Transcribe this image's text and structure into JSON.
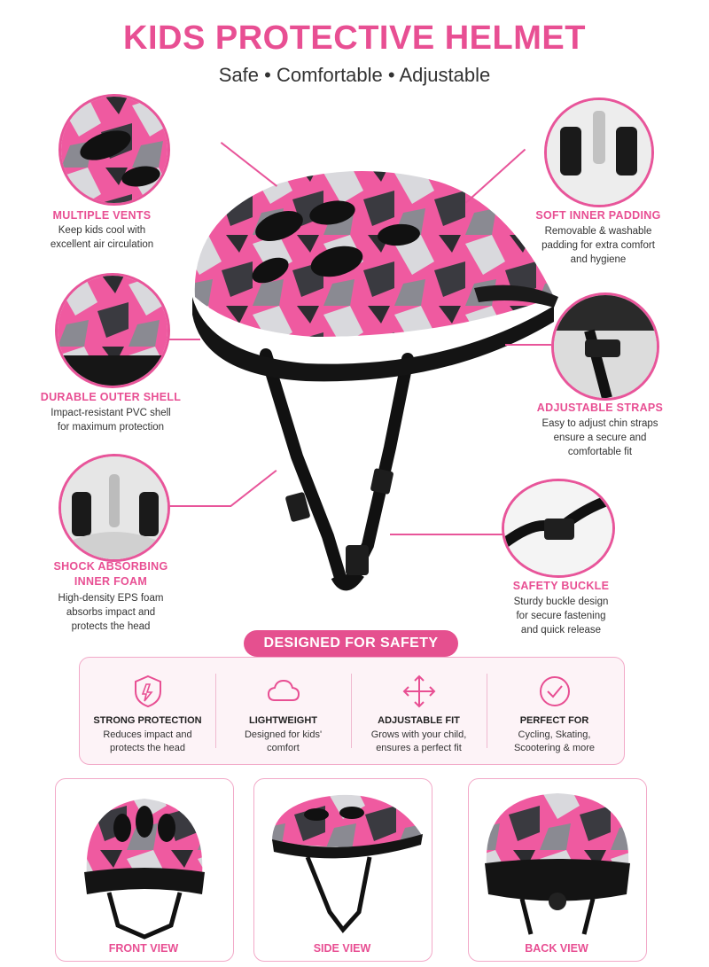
{
  "header": {
    "title": "KIDS PROTECTIVE HELMET",
    "subtitle": "Safe • Comfortable • Adjustable"
  },
  "features": {
    "vents": {
      "title": "MULTIPLE VENTS",
      "desc1": "Keep kids cool with",
      "desc2": "excellent air circulation"
    },
    "shell": {
      "title": "DURABLE OUTER SHELL",
      "desc1": "Impact-resistant PVC shell",
      "desc2": "for maximum protection"
    },
    "foam": {
      "title1": "SHOCK ABSORBING",
      "title2": "INNER FOAM",
      "desc1": "High-density EPS foam",
      "desc2": "absorbs impact and",
      "desc3": "protects the head"
    },
    "padding": {
      "title": "SOFT INNER PADDING",
      "desc1": "Removable & washable",
      "desc2": "padding for extra comfort",
      "desc3": "and hygiene"
    },
    "straps": {
      "title": "ADJUSTABLE STRAPS",
      "desc1": "Easy to adjust chin straps",
      "desc2": "ensure a secure and",
      "desc3": "comfortable fit"
    },
    "buckle": {
      "title": "SAFETY BUCKLE",
      "desc1": "Sturdy buckle design",
      "desc2": "for secure fastening",
      "desc3": "and quick release"
    }
  },
  "safety": {
    "badge": "DESIGNED FOR SAFETY",
    "items": [
      {
        "icon": "shield-icon",
        "title": "STRONG PROTECTION",
        "line1": "Reduces impact and",
        "line2": "protects the head"
      },
      {
        "icon": "cloud-icon",
        "title": "LIGHTWEIGHT",
        "line1": "Designed for kids'",
        "line2": "comfort"
      },
      {
        "icon": "arrows-icon",
        "title": "ADJUSTABLE FIT",
        "line1": "Grows with your child,",
        "line2": "ensures a perfect fit"
      },
      {
        "icon": "check-circle-icon",
        "title": "PERFECT FOR",
        "line1": "Cycling, Skating,",
        "line2": "Scootering & more"
      }
    ]
  },
  "views": {
    "front": "FRONT VIEW",
    "side": "SIDE VIEW",
    "back": "BACK VIEW"
  },
  "colors": {
    "accent": "#e84f93",
    "helmet_pink": "#ef5aa0",
    "helmet_black": "#151515",
    "box_bg": "#fdf3f7"
  }
}
